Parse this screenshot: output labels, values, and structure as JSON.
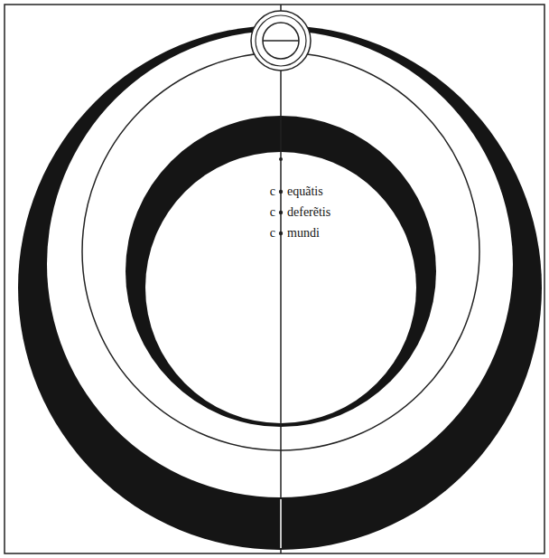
{
  "diagram": {
    "labels": [
      "c",
      "equãtis",
      "c",
      "deferẽtis",
      "c",
      "mundi"
    ]
  }
}
